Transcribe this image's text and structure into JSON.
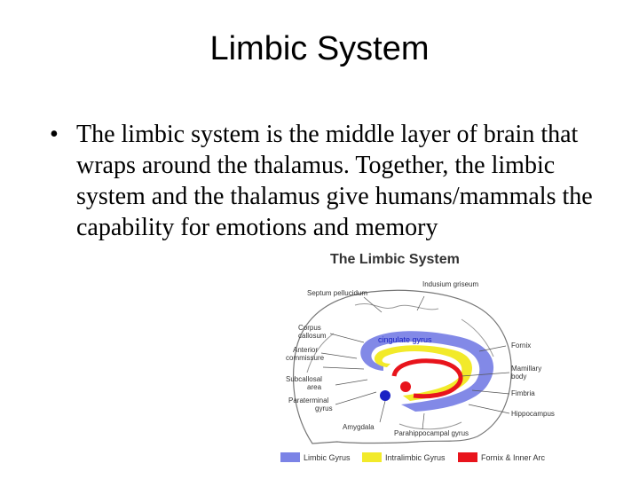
{
  "slide": {
    "title": "Limbic System",
    "bullet": "The limbic system is the middle layer of brain that wraps around the thalamus. Together, the limbic system and the thalamus give humans/mammals the capability for emotions and memory"
  },
  "diagram": {
    "title": "The Limbic System",
    "labels": {
      "septum": "Septum pellucidum",
      "indusium": "Indusium griseum",
      "corpus": [
        "Corpus",
        "callosum"
      ],
      "anterior": [
        "Anterior",
        "commissure"
      ],
      "subcallosal": [
        "Subcallosal",
        "area"
      ],
      "paraterminal": [
        "Paraterminal",
        "gyrus"
      ],
      "amygdala": "Amygdala",
      "parahippocampal": "Parahippocampal gyrus",
      "fornix": "Fornix",
      "mamillary": [
        "Mamillary",
        "body"
      ],
      "fimbria": "Fimbria",
      "hippocampus": "Hippocampus",
      "cingulate": "cingulate gyrus"
    },
    "legend": [
      {
        "label": "Limbic Gyrus",
        "color": "#7b83e6"
      },
      {
        "label": "Intralimbic Gyrus",
        "color": "#f2ea2a"
      },
      {
        "label": "Fornix & Inner Arc",
        "color": "#e8141c"
      }
    ],
    "colors": {
      "limbic": "#7b83e6",
      "intralimbic": "#f2ea2a",
      "fornix": "#e8141c",
      "amygdala": "#1a22c4"
    }
  }
}
